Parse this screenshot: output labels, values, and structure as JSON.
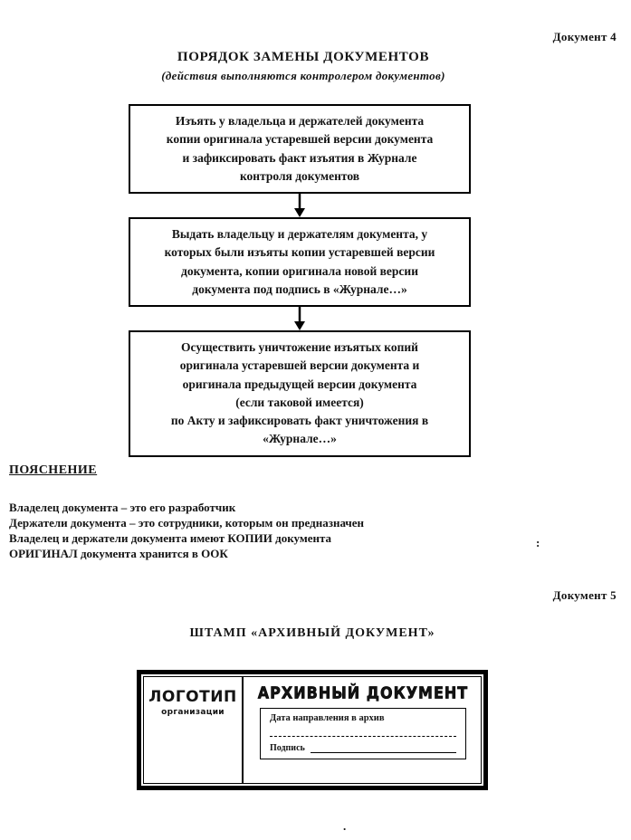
{
  "page": {
    "doc4_label": "Документ 4",
    "doc5_label": "Документ 5",
    "artifact_colon": ":",
    "artifact_dot": "."
  },
  "flowchart": {
    "title": "ПОРЯДОК ЗАМЕНЫ ДОКУМЕНТОВ",
    "subtitle": "(действия выполняются контролером документов)",
    "boxes": [
      "Изъять у владельца и держателей документа\nкопии оригинала устаревшей версии документа\nи зафиксировать факт изъятия в Журнале\nконтроля документов",
      "Выдать владельцу и держателям документа, у\nкоторых были изъяты копии устаревшей версии\nдокумента, копии оригинала новой версии\nдокумента под  подпись в «Журнале…»",
      "Осуществить уничтожение изъятых копий\nоригинала устаревшей версии документа  и\nоригинала предыдущей версии документа\n(если таковой имеется)\nпо Акту и зафиксировать факт уничтожения в\n«Журнале…»"
    ]
  },
  "explanation": {
    "heading": "ПОЯСНЕНИЕ",
    "lines": [
      "Владелец документа –  это его разработчик",
      "Держатели документа – это сотрудники, которым он предназначен",
      "Владелец и держатели документа имеют КОПИИ документа",
      "ОРИГИНАЛ документа хранится в ООК"
    ]
  },
  "stamp": {
    "title": "ШТАМП «АРХИВНЫЙ ДОКУМЕНТ»",
    "logo_line1": "ЛОГОТИП",
    "logo_line2": "организации",
    "stamp_heading": "АРХИВНЫЙ ДОКУМЕНТ",
    "date_label": "Дата направления в архив",
    "signature_label": "Подпись"
  }
}
